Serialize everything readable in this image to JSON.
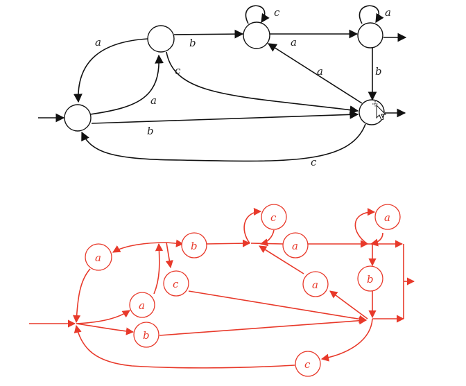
{
  "automaton": {
    "labels": {
      "e1": "a",
      "e2": "b",
      "e3": "a",
      "e4": "c",
      "e5": "b",
      "e6": "c",
      "e7": "a",
      "e8": "a",
      "e9": "a",
      "e10": "b",
      "e11": "c"
    }
  },
  "expression_graph": {
    "nodes": {
      "n1": "a",
      "n2": "b",
      "n3": "c",
      "n4": "a",
      "n5": "b",
      "n6": "c",
      "n7": "a",
      "n8": "a",
      "n9": "a",
      "n10": "b",
      "n11": "c"
    }
  },
  "colors": {
    "ink": "#111111",
    "annotation": "#e8392a"
  }
}
